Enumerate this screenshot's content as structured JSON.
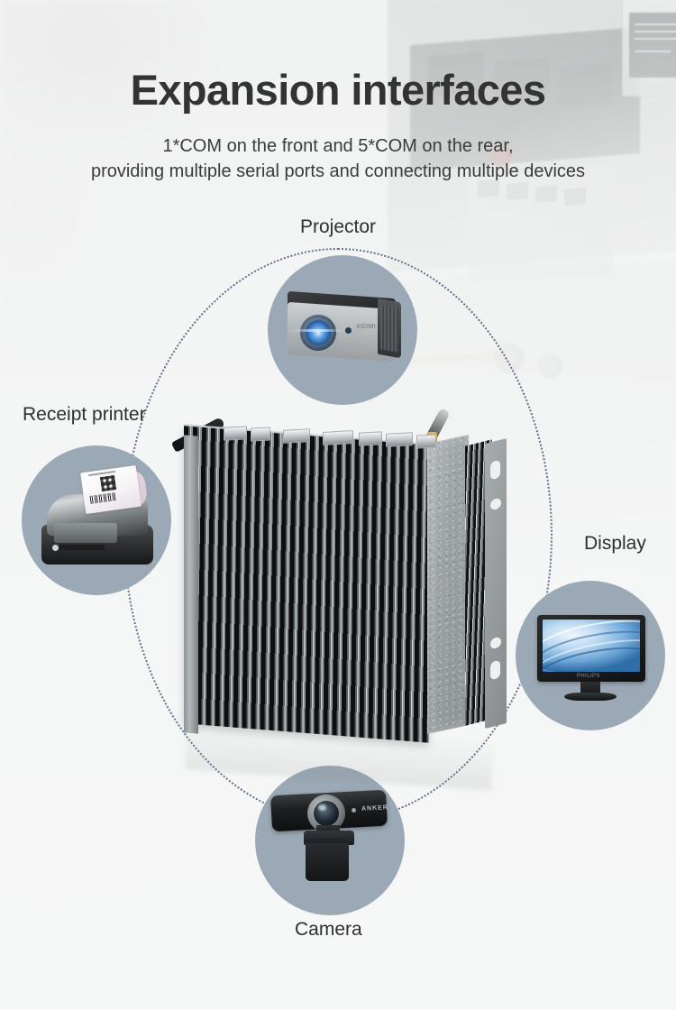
{
  "page": {
    "headline": "Expansion interfaces",
    "subtitle_line1": "1*COM on the front and 5*COM on the rear,",
    "subtitle_line2": "providing multiple serial ports and connecting multiple devices",
    "background_description": "industrial control panel"
  },
  "theme": {
    "page_background": "#f1f2f2",
    "headline_color": "#333333",
    "subtitle_color": "#3b3b3b",
    "badge_circle_color": "#9ba8b5",
    "connector_line_color": "#4a5a7a",
    "label_color": "#2f2f2f"
  },
  "diagram": {
    "center_device": {
      "name": "fanless industrial embedded computer",
      "features": [
        "finned aluminum heatsink",
        "dual antennas",
        "top I/O connector row",
        "wall-mount bracket with keyhole slots"
      ]
    },
    "connector_shape": "dotted-circle",
    "peripherals": [
      {
        "id": "projector",
        "label": "Projector",
        "icon": "projector-icon",
        "position": "top"
      },
      {
        "id": "receipt-printer",
        "label": "Receipt printer",
        "icon": "receipt-printer-icon",
        "position": "left"
      },
      {
        "id": "display",
        "label": "Display",
        "icon": "monitor-icon",
        "position": "right"
      },
      {
        "id": "camera",
        "label": "Camera",
        "icon": "webcam-icon",
        "position": "bottom"
      }
    ]
  },
  "brands": {
    "projector_logo": "XGIMI",
    "monitor_logo": "PHILIPS",
    "camera_logo": "ANKER"
  }
}
